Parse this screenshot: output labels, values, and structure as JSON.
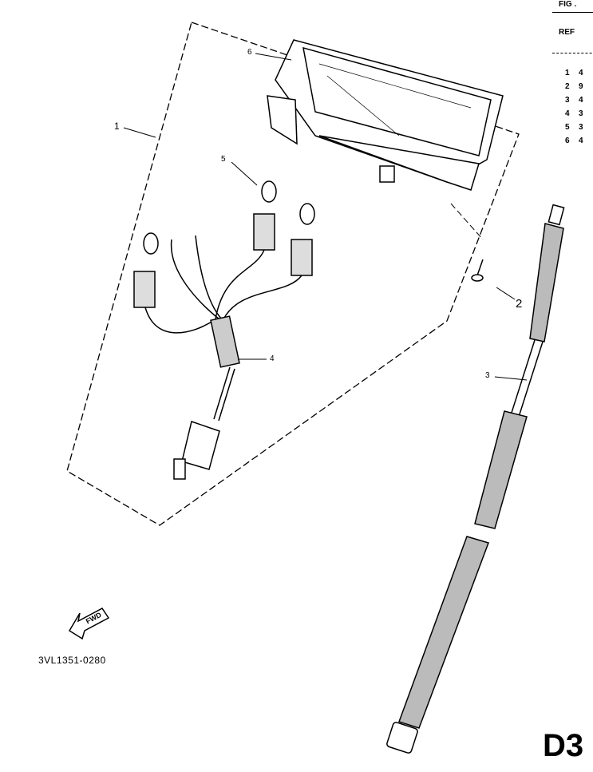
{
  "table": {
    "header_fig": "FIG .",
    "header_ref": "REF",
    "rows": [
      {
        "ref": "1",
        "qty": "4"
      },
      {
        "ref": "2",
        "qty": "9"
      },
      {
        "ref": "3",
        "qty": "4"
      },
      {
        "ref": "4",
        "qty": "3"
      },
      {
        "ref": "5",
        "qty": "3"
      },
      {
        "ref": "6",
        "qty": "4"
      }
    ]
  },
  "callouts": {
    "c1": "1",
    "c2": "2",
    "c3": "3",
    "c4": "4",
    "c5": "5",
    "c6": "6"
  },
  "fwd_label": "FWD",
  "drawing_code": "3VL1351-0280",
  "page_code": "D3"
}
